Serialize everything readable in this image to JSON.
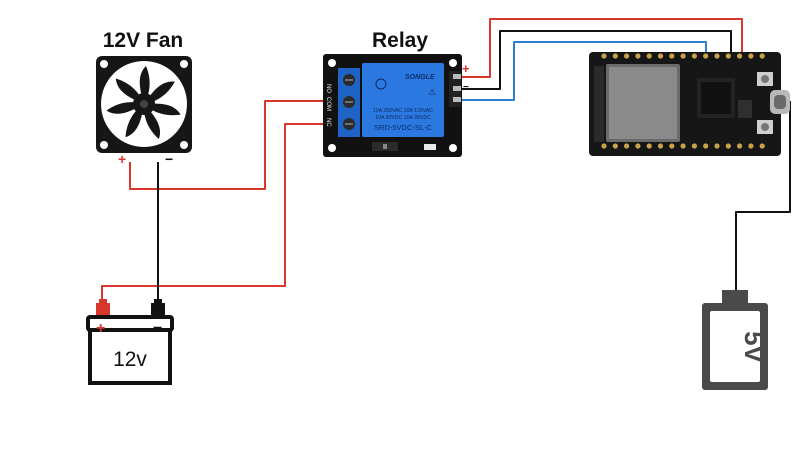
{
  "fan": {
    "title": "12V Fan",
    "plus": "+",
    "minus": "−"
  },
  "relay": {
    "title": "Relay",
    "brand": "SONGLE",
    "rating_1": "10A 250VAC  10A 125VAC",
    "rating_2": "10A  30VDC  10A  28VDC",
    "model": "SRD-5VDC-SL-C",
    "terminals": [
      "NO",
      "COM",
      "NC"
    ],
    "plus": "+",
    "minus": "−"
  },
  "battery_12v": {
    "label": "12v",
    "plus": "+",
    "minus": "−"
  },
  "battery_5v": {
    "label": "5V"
  },
  "colors": {
    "positive_wire": "#d9372b",
    "ground_wire": "#111111",
    "signal_wire": "#2f7fd0"
  }
}
